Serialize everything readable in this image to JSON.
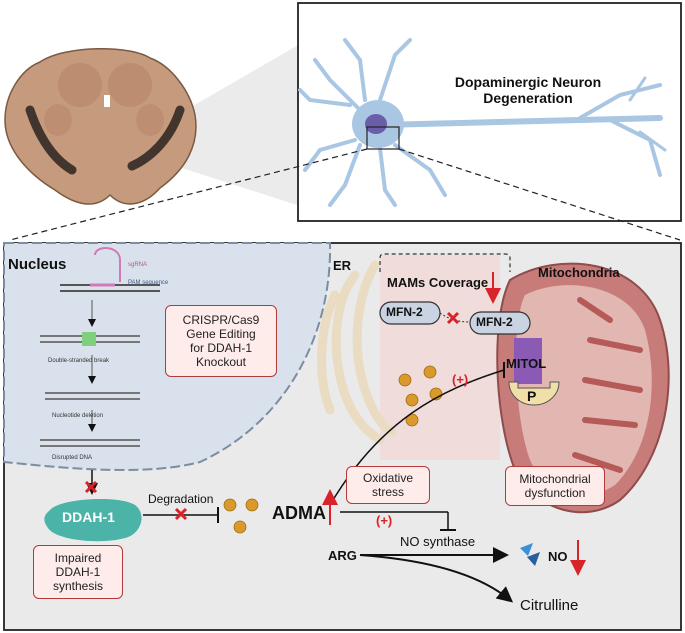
{
  "neuron_panel": {
    "title_line1": "Dopaminergic Neuron",
    "title_line2": "Degeneration"
  },
  "nucleus": {
    "label": "Nucleus",
    "sgrna": "sgRNA",
    "pam": "PAM sequence",
    "dsb": "Double-stranded break",
    "deletion": "Nucleotide deletion",
    "disrupted": "Disrupted DNA"
  },
  "crispr_box": {
    "line1": "CRISPR/Cas9",
    "line2": "Gene Editing",
    "line3": "for DDAH-1",
    "line4": "Knockout"
  },
  "er": "ER",
  "mams": "MAMs Coverage",
  "mito": "Mitochondria",
  "mfn_left": "MFN-2",
  "mfn_right": "MFN-2",
  "mitol": "MITOL",
  "p": "P",
  "plus": "(+)",
  "plus2": "(+)",
  "ddah": "DDAH-1",
  "degradation": "Degradation",
  "adma": "ADMA",
  "impaired_box": {
    "line1": "Impaired",
    "line2": "DDAH-1",
    "line3": "synthesis"
  },
  "oxidative_box": {
    "line1": "Oxidative",
    "line2": "stress"
  },
  "mito_dys_box": {
    "line1": "Mitochondrial",
    "line2": "dysfunction"
  },
  "no_synthase": "NO synthase",
  "arg": "ARG",
  "no": "NO",
  "citrulline": "Citrulline",
  "colors": {
    "accent_red": "#d8232a",
    "mito": "#c77c7a",
    "nucleus": "#d9e2ec",
    "neuron": "#a9c6e3"
  }
}
